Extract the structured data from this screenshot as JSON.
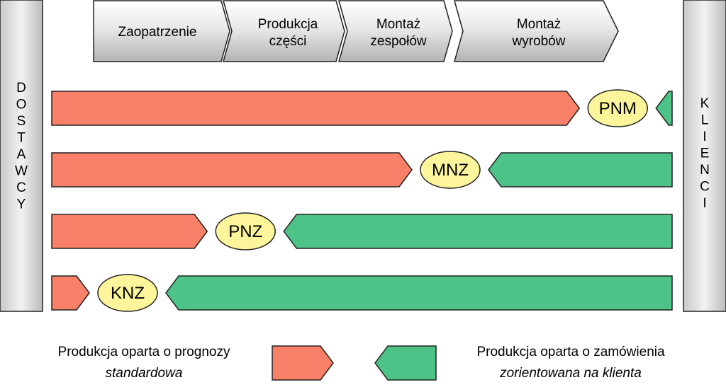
{
  "stages": [
    {
      "lines": [
        "Zaopatrzenie"
      ]
    },
    {
      "lines": [
        "Produkcja",
        "części"
      ]
    },
    {
      "lines": [
        "Montaż",
        "zespołów"
      ]
    },
    {
      "lines": [
        "Montaż",
        "wyrobów"
      ]
    }
  ],
  "suppliers": {
    "label": "DOSTAWCY"
  },
  "customers": {
    "label": "KLIENCI"
  },
  "rows": [
    {
      "node": "PNM",
      "forecast_share": 0.83
    },
    {
      "node": "MNZ",
      "forecast_share": 0.56
    },
    {
      "node": "PNZ",
      "forecast_share": 0.23
    },
    {
      "node": "KNZ",
      "forecast_share": 0.04
    }
  ],
  "legend": {
    "forecast": {
      "title": "Produkcja oparta o prognozy",
      "subtitle": "standardowa"
    },
    "order": {
      "title": "Produkcja oparta o zamówienia",
      "subtitle": "zorientowana na klienta"
    }
  },
  "colors": {
    "forecast": "#f98068",
    "order": "#4dc387",
    "node": "#fdf59c",
    "stage": "#e6e6e6",
    "side_bar": "#d6d6d6",
    "outline": "#222222"
  }
}
